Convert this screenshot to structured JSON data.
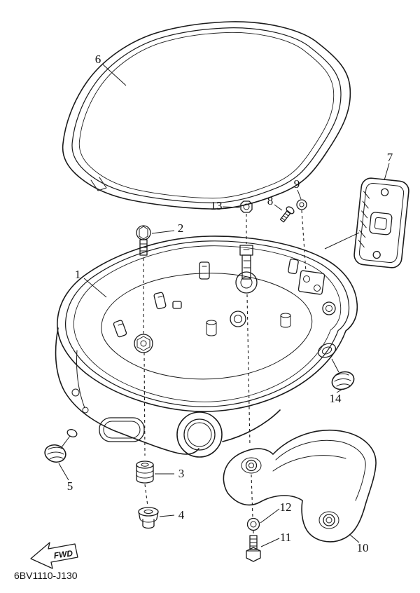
{
  "diagram": {
    "code": "6BV1110-J130",
    "fwd_label": "FWD"
  },
  "callouts": [
    {
      "label": "1"
    },
    {
      "label": "2"
    },
    {
      "label": "3"
    },
    {
      "label": "4"
    },
    {
      "label": "5"
    },
    {
      "label": "6"
    },
    {
      "label": "7"
    },
    {
      "label": "8"
    },
    {
      "label": "9"
    },
    {
      "label": "10"
    },
    {
      "label": "11"
    },
    {
      "label": "12"
    },
    {
      "label": "13"
    },
    {
      "label": "14"
    }
  ]
}
